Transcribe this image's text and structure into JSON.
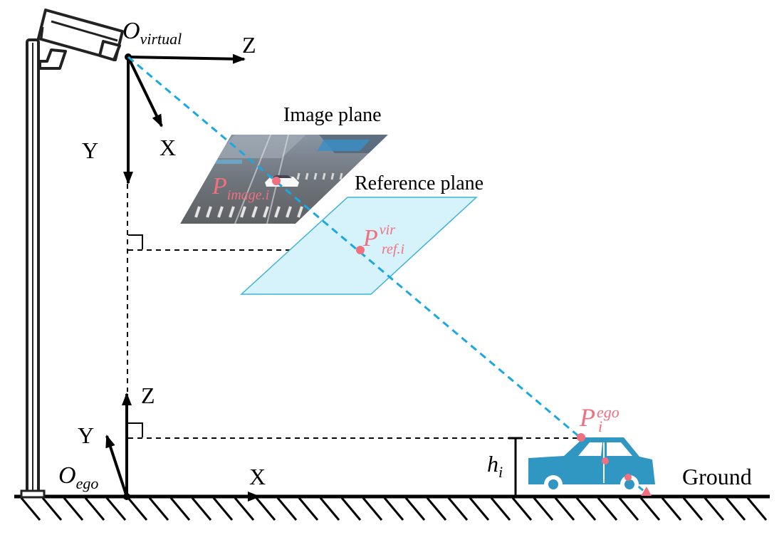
{
  "labels": {
    "o_virtual": "O",
    "o_virtual_sub": "virtual",
    "z_top": "Z",
    "x_top": "X",
    "y_top": "Y",
    "image_plane": "Image plane",
    "reference_plane": "Reference plane",
    "p_image": "P",
    "p_image_sub": "image.i",
    "p_ref": "P",
    "p_ref_sup": "vir",
    "p_ref_sub": "ref.i",
    "p_ego": "P",
    "p_ego_sup": "ego",
    "p_ego_sub": "i",
    "z_bottom": "Z",
    "y_bottom": "Y",
    "x_bottom": "X",
    "o_ego": "O",
    "o_ego_sub": "ego",
    "h": "h",
    "h_sub": "i",
    "ground": "Ground"
  },
  "colors": {
    "ray": "#1ba7e1",
    "point": "#f07080",
    "reference_plane_fill": "#d6f2fa",
    "reference_plane_stroke": "#3fb3da",
    "car": "#2f97c1"
  },
  "icons": {
    "camera": "cctv-camera-icon",
    "car": "car-icon"
  }
}
